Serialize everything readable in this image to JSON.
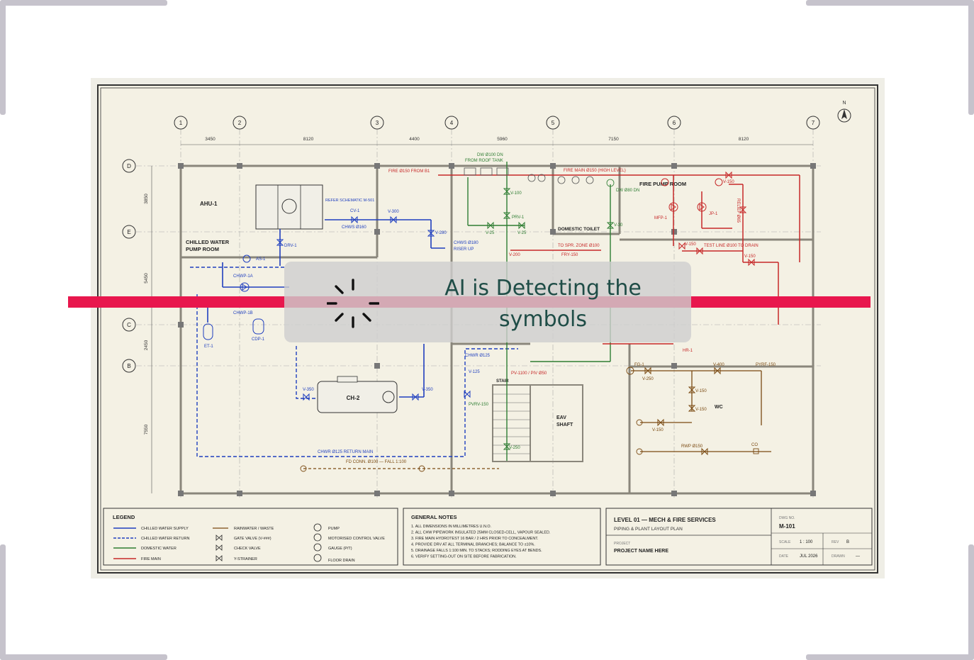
{
  "overlay": {
    "message": "AI is Detecting the symbols"
  },
  "drawing": {
    "grid_columns": [
      "1",
      "2",
      "3",
      "4",
      "5",
      "6",
      "7"
    ],
    "grid_rows": [
      "D",
      "E",
      "C",
      "B"
    ],
    "column_spacings": [
      "3450",
      "8120",
      "4400",
      "5960",
      "7150",
      "8120"
    ],
    "row_spacings": [
      "3850",
      "5450",
      "2450",
      "7550"
    ],
    "north_label": "N",
    "rooms": {
      "ahu": "AHU-1",
      "chilled_water_line1": "CHILLED WATER",
      "chilled_water_line2": "PUMP ROOM",
      "fire_pump_room": "FIRE PUMP ROOM",
      "domestic_toilet": "DOMESTIC TOILET",
      "stair": "STAIR",
      "eav_line1": "EAV",
      "eav_line2": "SHAFT",
      "wc": "WC",
      "chiller": "CH-2"
    },
    "labels": {
      "fire_from_b1": "FIRE Ø150 FROM B1",
      "fire_main_high": "FIRE MAIN Ø150 (HIGH LEVEL)",
      "dw_roof_1": "DW Ø100 DN",
      "dw_roof_2": "FROM ROOF TANK",
      "dw80": "DW Ø80 DN",
      "refer_schematic": "REFER SCHEMATIC M-501",
      "cv1": "CV-1",
      "chws160": "CHWS Ø160",
      "v300a": "V-300",
      "v280": "V-280",
      "v100": "V-100",
      "prv1": "PRV-1",
      "v25a": "V-25",
      "v25b": "V-25",
      "drv1": "DRV-1",
      "as1": "AS-1",
      "chwp1a": "CHWP-1A",
      "chwp1b": "CHWP-1B",
      "chws180_1": "CHWS Ø180",
      "chws180_2": "RISER UP",
      "v200": "V-200",
      "to_spr": "TO SPR. ZONE Ø100",
      "fry150": "FRY-150",
      "v30": "V-30",
      "mfp1": "MFP-1",
      "jp1": "JP-1",
      "v150a": "V-150",
      "v150b": "V-150",
      "v150c": "V-150",
      "relief": "RELIEF Ø65",
      "test_line": "TEST LINE Ø100 TO DRAIN",
      "et1": "ET-1",
      "cdp1": "CDP-1",
      "chwr125": "CHWR Ø125",
      "v125": "V-125",
      "pv1100": "PV-1100 / PIV Ø50",
      "hr1": "HR-1",
      "fg1": "FG-1",
      "v250a": "V-250",
      "v400": "V-400",
      "pyrf150": "PYRF-150",
      "v350a": "V-350",
      "v350b": "V-350",
      "pvrv150": "PVRV-150",
      "v150d": "V-150",
      "v150e": "V-150",
      "v150f": "V-150",
      "v250b": "V-250",
      "rwp150": "RWP Ø150",
      "co": "CO",
      "chwr_return": "CHWR Ø125 RETURN MAIN",
      "fd_conn": "FD CONN. Ø100 — FALL 1:100"
    },
    "legend": {
      "title": "LEGEND",
      "items": [
        "CHILLED WATER SUPPLY",
        "CHILLED WATER RETURN",
        "DOMESTIC WATER",
        "FIRE MAIN"
      ],
      "items2": [
        "RAINWATER / WASTE",
        "GATE VALVE (V-###)",
        "CHECK VALVE",
        "Y-STRAINER"
      ],
      "items3": [
        "PUMP",
        "MOTORISED CONTROL VALVE",
        "GAUGE (P/T)",
        "FLOOR DRAIN"
      ],
      "line_colors": [
        "#1f3fbf",
        "#1f3fbf",
        "#2e7d32",
        "#c62828"
      ]
    },
    "notes": {
      "title": "GENERAL NOTES",
      "items": [
        "1. ALL DIMENSIONS IN MILLIMETRES U.N.O.",
        "2. ALL CHW PIPEWORK INSULATED 25MM CLOSED-CELL, VAPOUR SEALED.",
        "3. FIRE MAIN HYDROTEST 16 BAR / 2 HRS PRIOR TO CONCEALMENT.",
        "4. PROVIDE DRV AT ALL TERMINAL BRANCHES; BALANCE TO ±10%.",
        "5. DRAINAGE FALLS 1:100 MIN. TO STACKS; RODDING EYES AT BENDS.",
        "6. VERIFY SETTING-OUT ON SITE BEFORE FABRICATION."
      ]
    },
    "title_block": {
      "title": "LEVEL 01 — MECH & FIRE SERVICES",
      "subtitle": "PIPING & PLANT LAYOUT PLAN",
      "project_label": "PROJECT",
      "project_name": "PROJECT NAME HERE",
      "dwg_no_label": "DWG NO.",
      "dwg_no": "M-101",
      "scale_label": "SCALE",
      "scale": "1 : 100",
      "rev_label": "REV",
      "rev": "B",
      "date_label": "DATE",
      "date": "JUL 2026",
      "drawn_label": "DRAWN",
      "drawn": "—"
    },
    "colors": {
      "supply": "#1f3fbf",
      "domestic": "#2e7d32",
      "fire": "#c62828",
      "waste": "#7a4a12",
      "paper": "#f4f1e4",
      "structure": "#8a867b"
    }
  }
}
